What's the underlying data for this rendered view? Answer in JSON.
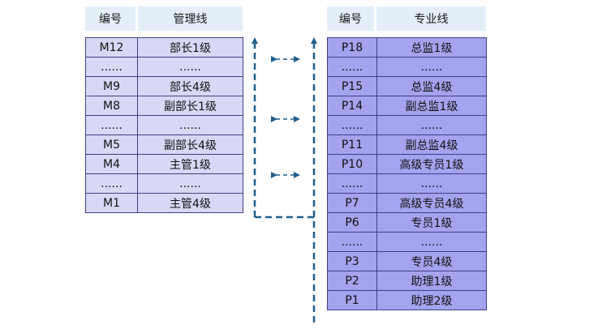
{
  "management": {
    "headers": {
      "code": "编号",
      "name": "管理线"
    },
    "rows": [
      {
        "code": "M12",
        "name": "部长1级"
      },
      {
        "code": "......",
        "name": "......"
      },
      {
        "code": "M9",
        "name": "部长4级"
      },
      {
        "code": "M8",
        "name": "副部长1级"
      },
      {
        "code": "......",
        "name": "......"
      },
      {
        "code": "M5",
        "name": "副部长4级"
      },
      {
        "code": "M4",
        "name": "主管1级"
      },
      {
        "code": "......",
        "name": "......"
      },
      {
        "code": "M1",
        "name": "主管4级"
      }
    ]
  },
  "professional": {
    "headers": {
      "code": "编号",
      "name": "专业线"
    },
    "rows": [
      {
        "code": "P18",
        "name": "总监1级"
      },
      {
        "code": "......",
        "name": "......"
      },
      {
        "code": "P15",
        "name": "总监4级"
      },
      {
        "code": "P14",
        "name": "副总监1级"
      },
      {
        "code": "......",
        "name": "......"
      },
      {
        "code": "P11",
        "name": "副总监4级"
      },
      {
        "code": "P10",
        "name": "高级专员1级"
      },
      {
        "code": "......",
        "name": "......"
      },
      {
        "code": "P7",
        "name": "高级专员4级"
      },
      {
        "code": "P6",
        "name": "专员1级"
      },
      {
        "code": "......",
        "name": "......"
      },
      {
        "code": "P3",
        "name": "专员4级"
      },
      {
        "code": "P2",
        "name": "助理1级"
      },
      {
        "code": "P1",
        "name": "助理2级"
      }
    ]
  },
  "colors": {
    "header_bg": "#e3eef8",
    "management_cell": "#d8d8f6",
    "professional_cell": "#a3a3ee",
    "grid": "#3f3f86",
    "connector": "#1f5f8e"
  }
}
